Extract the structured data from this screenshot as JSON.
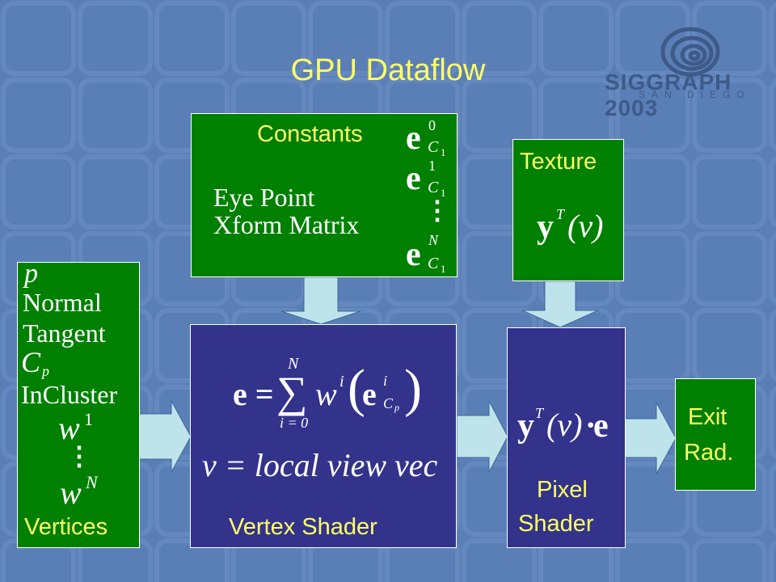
{
  "slide": {
    "title": "GPU Dataflow",
    "logo": {
      "text": "SIGGRAPH 2003",
      "subtext": "SAN DIEGO",
      "icon": "swirl-logo-icon"
    }
  },
  "colors": {
    "background": "#5a7fb7",
    "label_yellow": "#ffff66",
    "box_green": "#008000",
    "box_blue": "#33338c",
    "arrow_fill": "#bfe3ea"
  },
  "constants": {
    "label": "Constants",
    "eye_point": "Eye Point",
    "xform_matrix": "Xform Matrix",
    "e_bold": "e",
    "sub_c": "C",
    "sub_1": "1",
    "sup_0": "0",
    "sup_1": "1",
    "sup_N": "N",
    "vdots": "⋮"
  },
  "texture": {
    "label": "Texture",
    "y": "y",
    "sup_T": "T",
    "arg": "(v)"
  },
  "vertices": {
    "label": "Vertices",
    "items": [
      "p",
      "Normal",
      "Tangent",
      "C",
      "InCluster"
    ],
    "cp_sub": "p",
    "w": "w",
    "w_sup_1": "1",
    "w_sup_N": "N",
    "vdots": "⋮"
  },
  "vertex_shader": {
    "label": "Vertex Shader",
    "lhs": "e =",
    "sum_top": "N",
    "sum_bottom": "i = 0",
    "sigma": "∑",
    "w": "w",
    "w_sup": "i",
    "lparen": "(",
    "e_bold": "e",
    "e_sup": "i",
    "e_sub_c": "C",
    "e_sub_p": "p",
    "rparen": ")",
    "view_def": "v = local view vec"
  },
  "pixel_shader": {
    "label_line1": "Pixel",
    "label_line2": "Shader",
    "y": "y",
    "sup_T": "T",
    "arg": "(v)",
    "op": "·",
    "e_bold": "e"
  },
  "exit": {
    "label_line1": "Exit",
    "label_line2": "Rad."
  }
}
